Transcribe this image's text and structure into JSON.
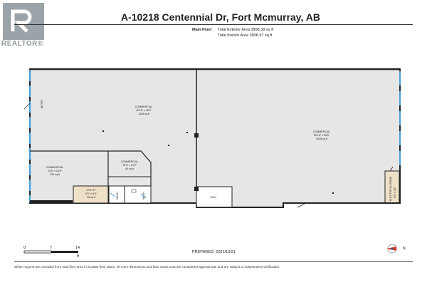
{
  "brand": {
    "logo_text": "REALTOR",
    "reg_mark": "®"
  },
  "title": "A-10218 Centennial Dr, Fort Mcmurray, AB",
  "floor": {
    "name": "Main Floor",
    "exterior_area": "Total Exterior Area 3998.38 sq ft",
    "interior_area": "Total Interior Area 3838.97 sq ft"
  },
  "rooms": [
    {
      "name": "ENTRY",
      "dims": "",
      "area": ""
    },
    {
      "name": "COMMERCIAL",
      "dims": "42'10\" x 45'0\"",
      "area": "1328 sq ft"
    },
    {
      "name": "COMMERCIAL",
      "dims": "50'10\" x 60'8\"",
      "area": "3036 sq ft"
    },
    {
      "name": "COMMERCIAL",
      "dims": "23'0\" x 14'8\"",
      "area": "293 sq ft"
    },
    {
      "name": "COMMERCIAL",
      "dims": "10'0\" x 10'0\"",
      "area": "84 sq ft"
    },
    {
      "name": "UTILITY",
      "dims": "9'0\" x 5'0\"",
      "area": "45 sq ft"
    },
    {
      "name": "HALL",
      "dims": "",
      "area": ""
    },
    {
      "name": "ELECTRICAL ROOM",
      "dims": "9'0\" x 4'8\"",
      "area": ""
    },
    {
      "name": "WASH",
      "dims": "",
      "area": ""
    },
    {
      "name": "WASH",
      "dims": "",
      "area": ""
    }
  ],
  "scale": {
    "ticks": [
      "0",
      "7",
      "14"
    ],
    "unit": "ft"
  },
  "prepared": {
    "label": "PREPARED:",
    "date": "2021/10/21"
  },
  "compass": {
    "label": "N"
  },
  "disclaimer": "White regions are excluded from total floor area in iGUIDE floor plans. All room dimensions and floor areas must be considered approximate and are subject to independent verification.",
  "colors": {
    "wall": "#222222",
    "window": "#4a9fd8",
    "floor": "#e6e6e6",
    "utility": "#efe1c8",
    "logo": "#9aa3a8"
  }
}
